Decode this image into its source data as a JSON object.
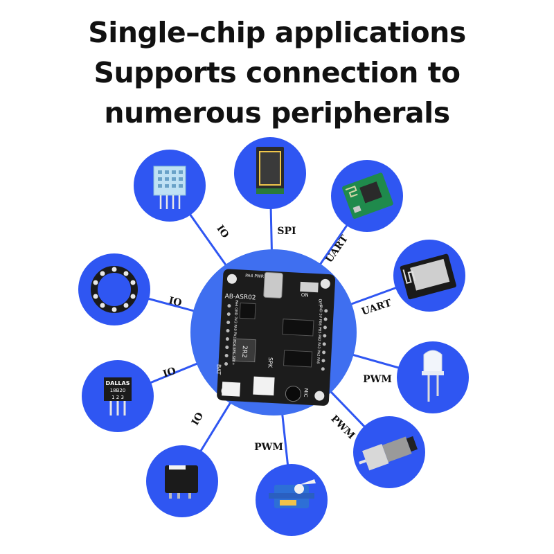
{
  "title": {
    "line1": "Single–chip applications",
    "line2": "Supports connection to",
    "line3": "numerous peripherals"
  },
  "colors": {
    "circle_blue": "#2f56f2",
    "board_circle_blue": "#3f6ff0",
    "line_blue": "#2f56f2",
    "board": "#1c1c1c"
  },
  "hub": {
    "board_name": "AB-ASR02",
    "labels": {
      "pa4_pwr": "PA4 PWR",
      "spk": "SPK",
      "bat": "BAT",
      "mic": "MIC",
      "on": "ON",
      "off": "OFF",
      "chip": "2R2",
      "left_pins": "PA4 GND 3V3 PA0 PA1 PC4 SPK- SPK+",
      "right_pins": "GND 5V PB6 PB5 PB2 PA3 PA2 PA6"
    }
  },
  "peripherals": [
    {
      "id": "dht11",
      "icon": "temperature-humidity-sensor-icon",
      "link_label": "IO"
    },
    {
      "id": "tft-display",
      "icon": "tft-display-icon",
      "link_label": "SPI"
    },
    {
      "id": "bluetooth-module",
      "icon": "bluetooth-module-icon",
      "link_label": "UART"
    },
    {
      "id": "wifi-module",
      "icon": "esp-wifi-module-icon",
      "link_label": "UART"
    },
    {
      "id": "led",
      "icon": "led-icon",
      "link_label": "PWM"
    },
    {
      "id": "dc-motor",
      "icon": "dc-gear-motor-icon",
      "link_label": "PWM"
    },
    {
      "id": "servo",
      "icon": "servo-motor-icon",
      "link_label": "PWM"
    },
    {
      "id": "relay",
      "icon": "relay-icon",
      "link_label": "IO"
    },
    {
      "id": "ds18b20",
      "icon": "ds18b20-sensor-icon",
      "link_label": "IO",
      "text_brand": "DALLAS",
      "text_model": "18B20",
      "text_pins": "1 2 3"
    },
    {
      "id": "led-ring",
      "icon": "rgb-led-ring-icon",
      "link_label": "IO"
    }
  ]
}
